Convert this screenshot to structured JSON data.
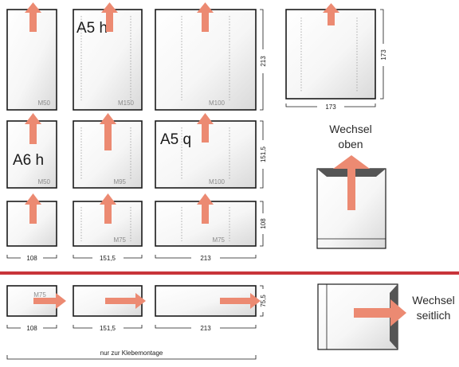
{
  "labels": {
    "a5h": "A5 h",
    "a6h": "A6 h",
    "a5q": "A5 q"
  },
  "codes": {
    "r1c1": "M50",
    "r1c2": "M150",
    "r1c3": "M100",
    "r2c1": "M50",
    "r2c2": "M95",
    "r2c3": "M100",
    "r3c2": "M75",
    "r3c3": "M75",
    "r4c1": "M75"
  },
  "dimensions": {
    "h213": "213",
    "h151": "151,5",
    "h108": "108",
    "h75": "75,5",
    "sq_h": "173",
    "sq_w": "173",
    "w108": "108",
    "w151": "151,5",
    "w213": "213",
    "w108b": "108",
    "w151b": "151,5",
    "w213b": "213"
  },
  "wechsel_oben": [
    "Wechsel",
    "oben"
  ],
  "wechsel_seitlich": [
    "Wechsel",
    "seitlich"
  ],
  "footer": "nur zur Klebemontage",
  "colors": {
    "arrow": "#ec8a72",
    "separator": "#c8343a",
    "frame": "#1a1a1a",
    "envelope_flap": "#555555"
  }
}
